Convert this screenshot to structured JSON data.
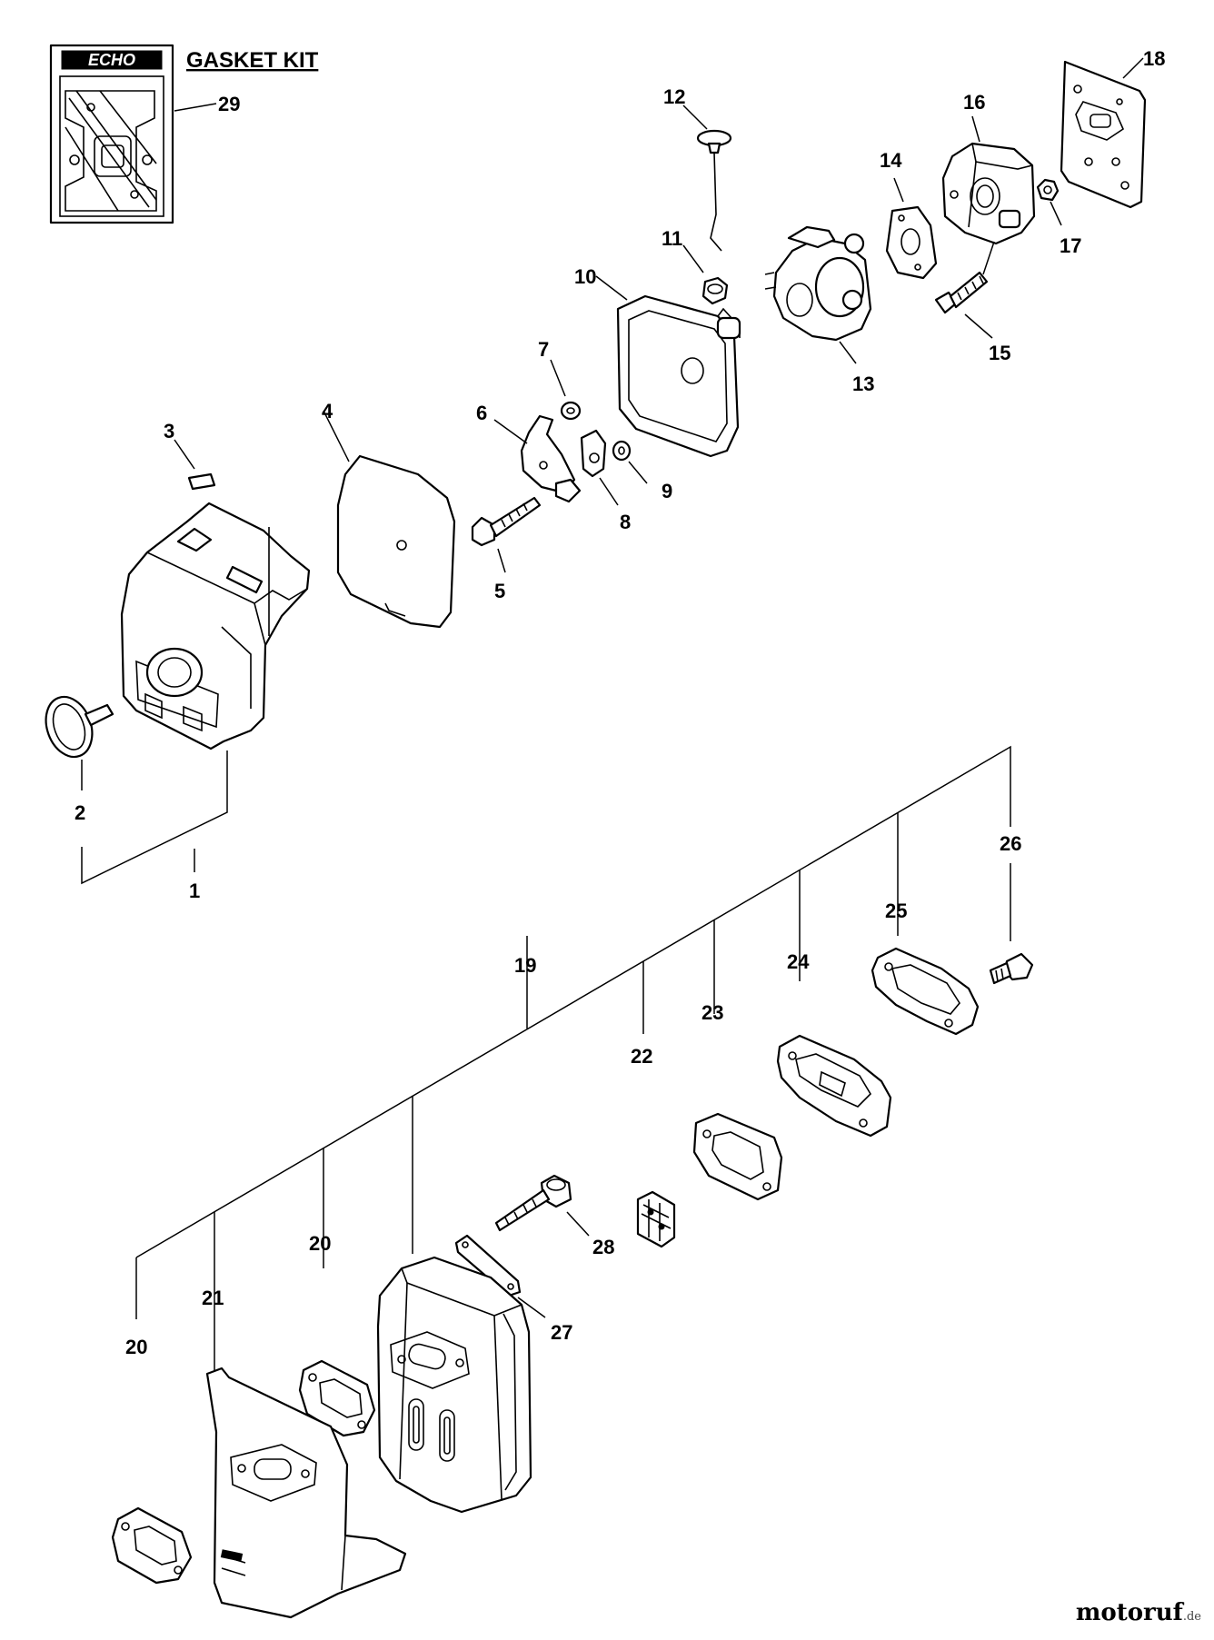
{
  "kit": {
    "brand": "ECHO",
    "title": "GASKET KIT",
    "ref": "29"
  },
  "labels": {
    "p1": "1",
    "p2": "2",
    "p3": "3",
    "p4": "4",
    "p5": "5",
    "p6": "6",
    "p7": "7",
    "p8": "8",
    "p9": "9",
    "p10": "10",
    "p11": "11",
    "p12": "12",
    "p13": "13",
    "p14": "14",
    "p15": "15",
    "p16": "16",
    "p17": "17",
    "p18": "18",
    "p19": "19",
    "p20a": "20",
    "p20b": "20",
    "p21": "21",
    "p22": "22",
    "p23": "23",
    "p24": "24",
    "p25": "25",
    "p26": "26",
    "p27": "27",
    "p28": "28"
  },
  "watermark": {
    "text": "motoruf",
    "suffix": ".de"
  }
}
